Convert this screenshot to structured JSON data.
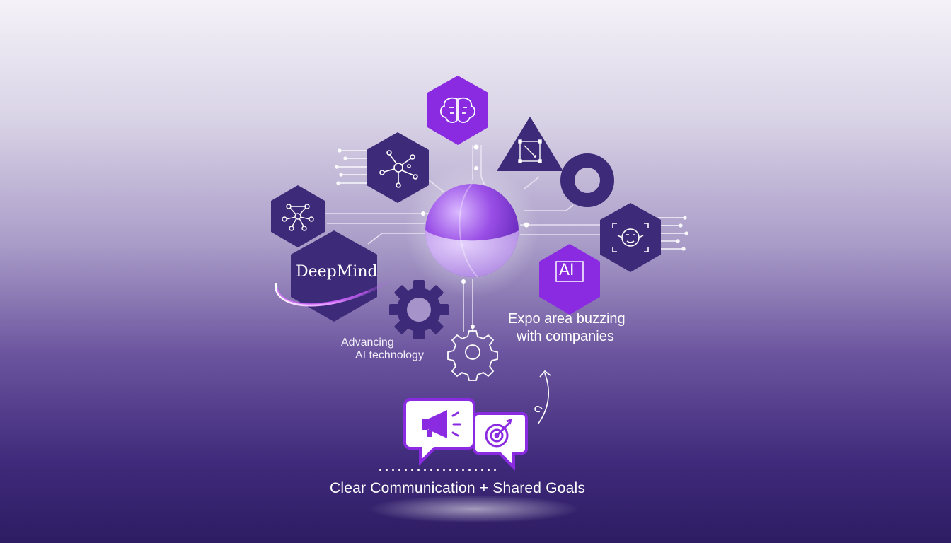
{
  "labels": {
    "deepmind": "DeepMind",
    "advancing_line1": "Advancing",
    "advancing_line2": "AI technology",
    "expo_line1": "Expo area buzzing",
    "expo_line2": "with companies",
    "ai_badge": "AI",
    "footer": "Clear Communication + Shared Goals"
  },
  "icons": {
    "top_hex": "brain-icon",
    "left_upper_hex": "network-icon",
    "left_mid_hex": "neural-network-icon",
    "triangle": "vector-path-icon",
    "ring": "ring-icon",
    "right_hex": "robot-head-icon",
    "ai_hex": "ai-chip-icon",
    "gear_dark": "gear-icon",
    "gear_outline": "gear-outline-icon",
    "sphere": "sphere-icon",
    "megaphone_bubble": "megaphone-icon",
    "target_bubble": "target-icon",
    "arrow": "curly-arrow-icon"
  },
  "colors": {
    "dark_purple": "#3d2a78",
    "bright_purple": "#8a2be2",
    "accent_magenta": "#c04ff5",
    "line": "#e7e2f3"
  }
}
